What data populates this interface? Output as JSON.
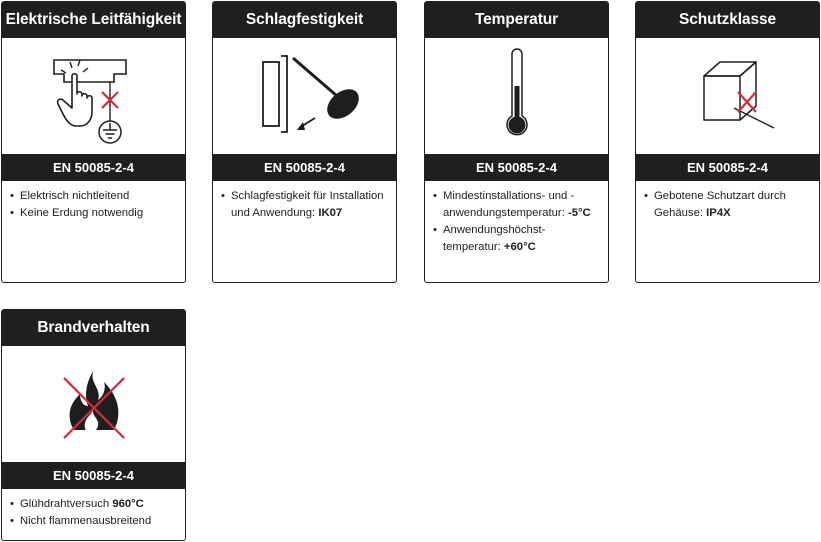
{
  "colors": {
    "header": "#1f1f1f",
    "accent": "#d52b35",
    "text": "#1e1e1e"
  },
  "cards": [
    {
      "title": "Elektrische Leitfähigkeit",
      "icon": "finger-touch-ground-icon",
      "norm": "EN 50085-2-4",
      "bullets": [
        {
          "text": "Elektrisch nichtleitend",
          "bold": ""
        },
        {
          "text": "Keine Erdung notwendig",
          "bold": ""
        }
      ]
    },
    {
      "title": "Schlagfestigkeit",
      "icon": "hammer-impact-icon",
      "norm": "EN 50085-2-4",
      "bullets": [
        {
          "text": "Schlagfestigkeit für Installation und Anwendung: ",
          "bold": "IK07"
        }
      ]
    },
    {
      "title": "Temperatur",
      "icon": "thermometer-icon",
      "norm": "EN 50085-2-4",
      "bullets": [
        {
          "text": "Mindestinstallations- und -anwendungstemperatur: ",
          "bold": "-5°C"
        },
        {
          "text": "Anwendungshöchst-temperatur: ",
          "bold": "+60°C"
        }
      ]
    },
    {
      "title": "Schutzklasse",
      "icon": "cube-protection-icon",
      "norm": "EN 50085-2-4",
      "bullets": [
        {
          "text": "Gebotene Schutzart durch Gehäuse: ",
          "bold": "IP4X"
        }
      ]
    },
    {
      "title": "Brandverhalten",
      "icon": "flame-crossed-icon",
      "norm": "EN 50085-2-4",
      "bullets": [
        {
          "text": "Glühdrahtversuch ",
          "bold": "960°C"
        },
        {
          "text": "Nicht flammenausbreitend",
          "bold": ""
        }
      ]
    }
  ]
}
